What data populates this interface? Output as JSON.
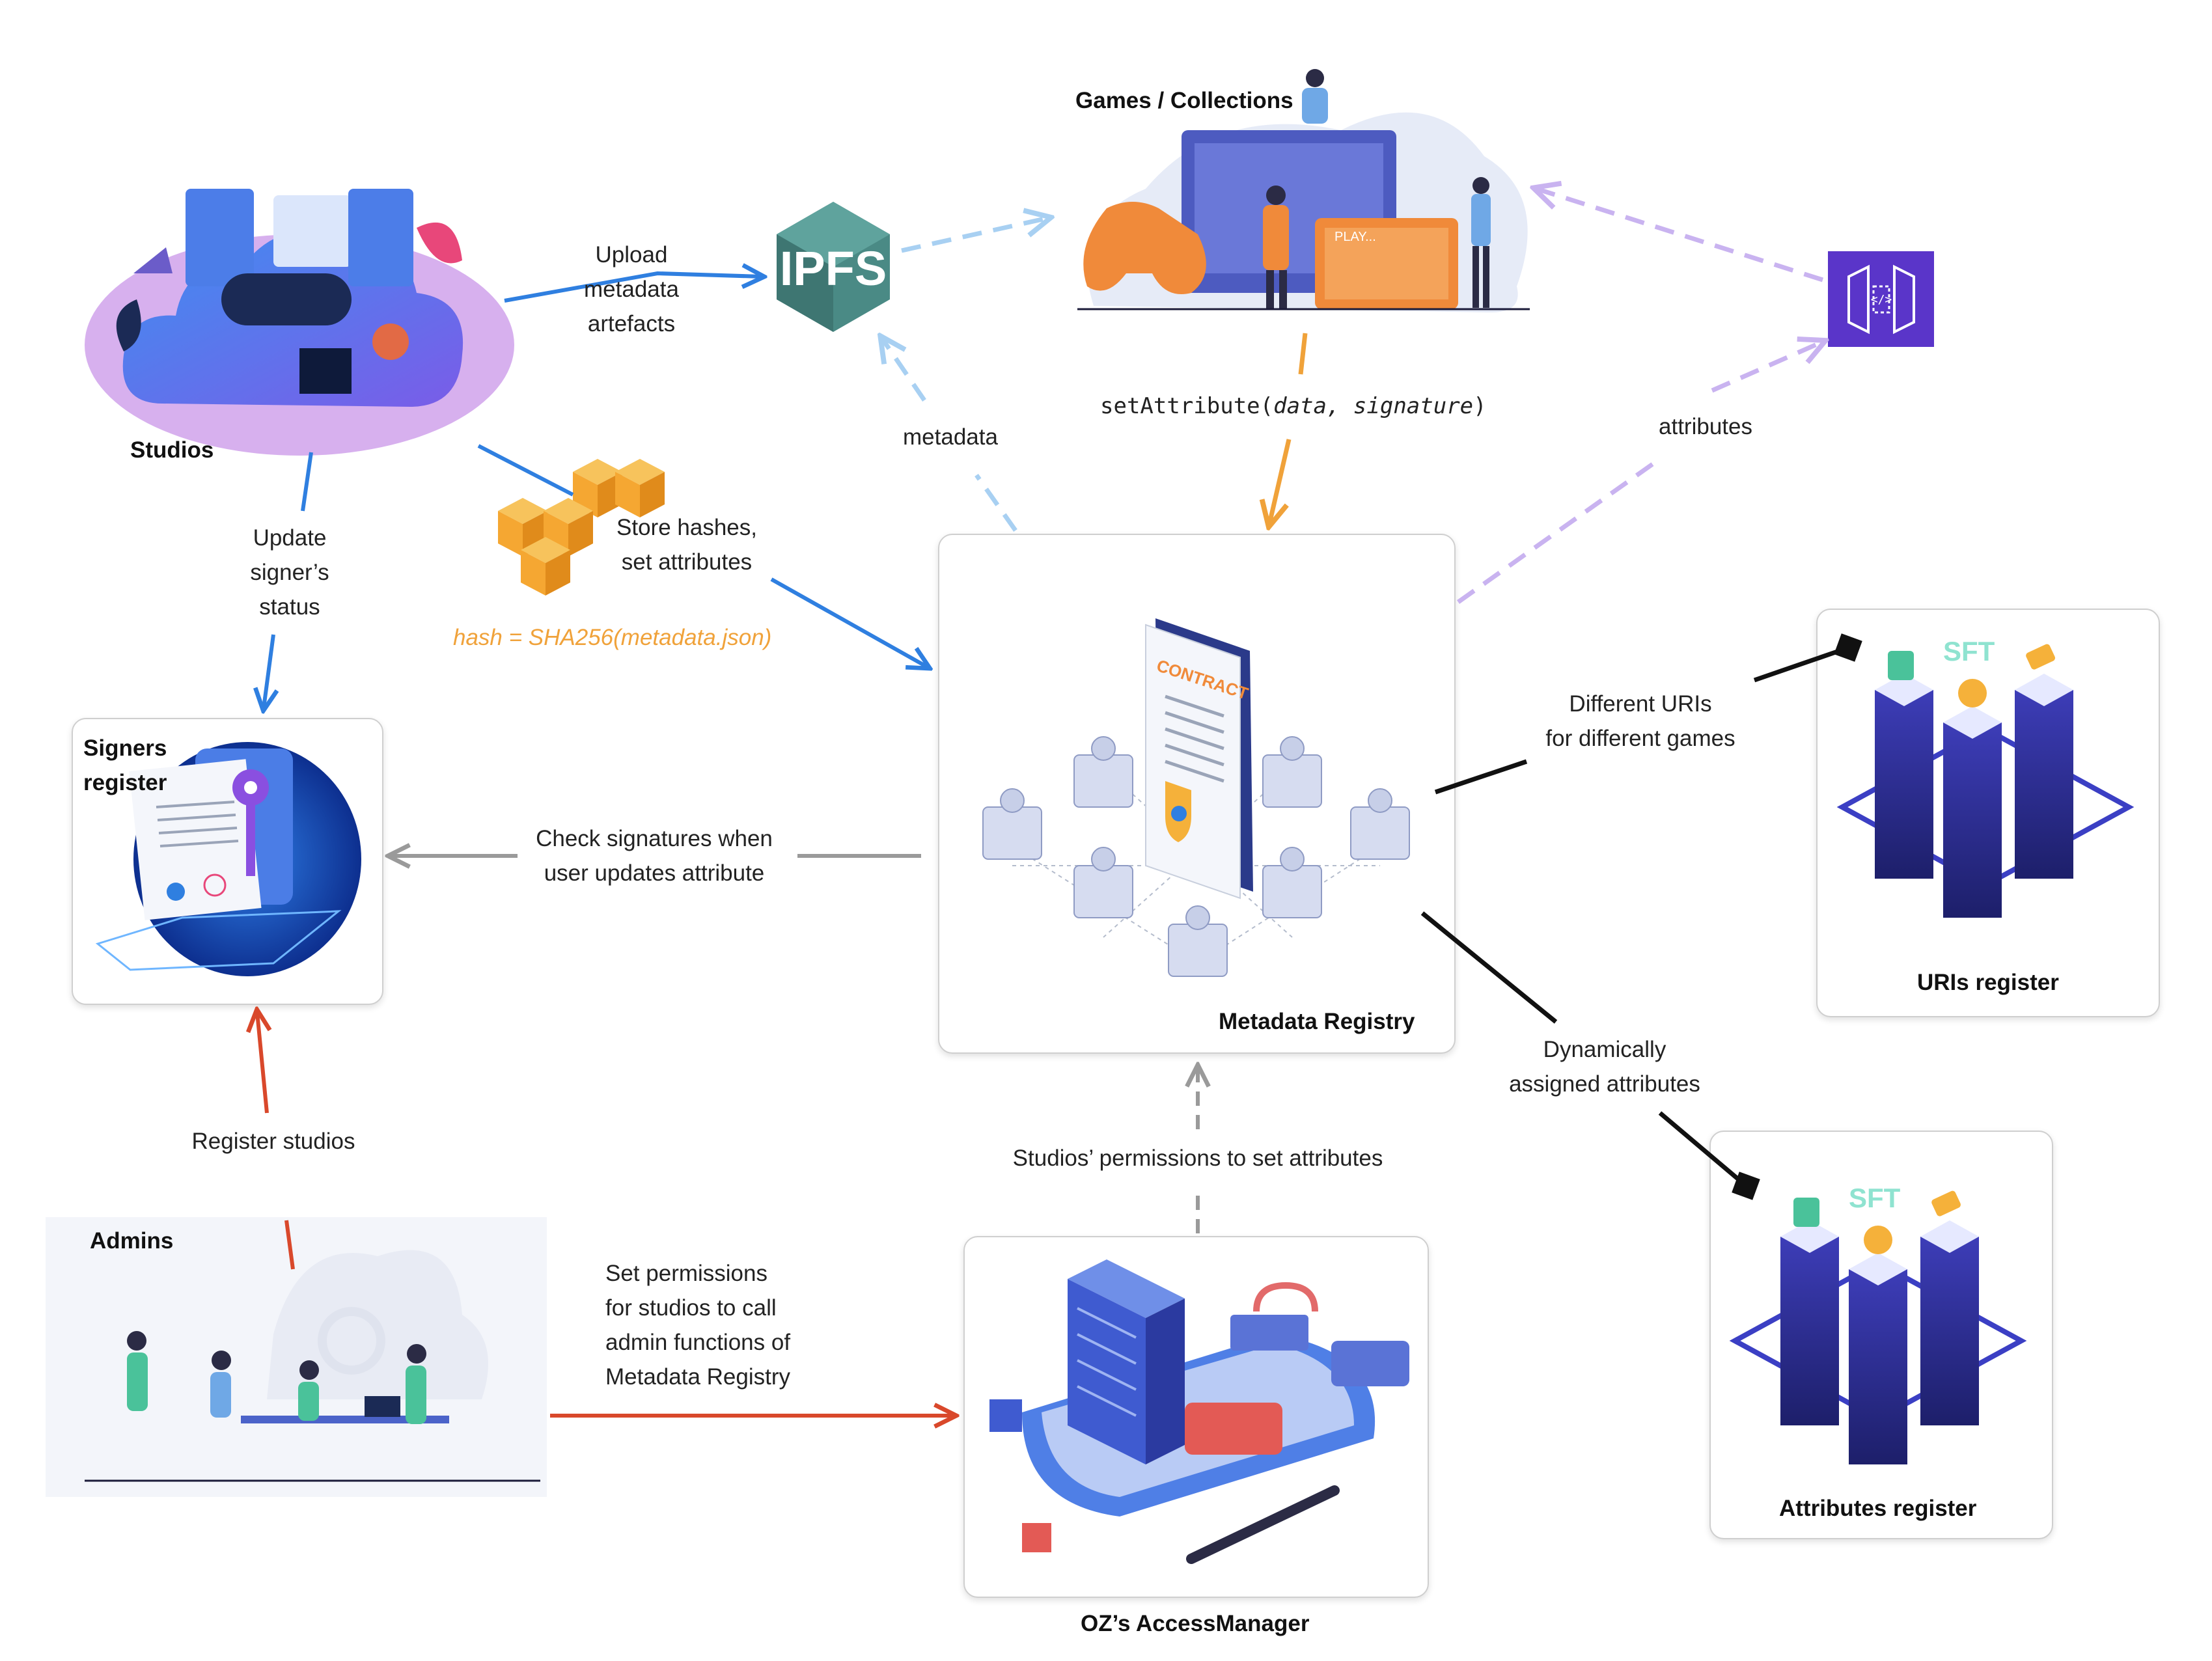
{
  "nodes": {
    "studios": "Studios",
    "ipfs": "IPFS",
    "games": "Games / Collections",
    "signers": [
      "Signers",
      "register"
    ],
    "registry": "Metadata Registry",
    "uris": "URIs register",
    "attributes": "Attributes register",
    "admins": "Admins",
    "access": "OZ’s AccessManager"
  },
  "edges": {
    "upload": [
      "Upload",
      "metadata",
      "artefacts"
    ],
    "store": [
      "Store  hashes,",
      "set attributes"
    ],
    "hash": "hash = SHA256(metadata.json)",
    "update_signer": [
      "Update",
      "signer’s",
      "status"
    ],
    "metadata": "metadata",
    "set_attr_fn": "setAttribute(",
    "set_attr_args": "data, signature",
    "set_attr_close": ")",
    "attributes": "attributes",
    "check_sig": [
      "Check signatures when",
      "user updates attribute"
    ],
    "diff_uris": [
      "Different URIs",
      "for different games"
    ],
    "dyn_attrs": [
      "Dynamically",
      "assigned attributes"
    ],
    "register_studios": "Register studios",
    "permissions_studios": "Studios’ permissions to set attributes",
    "set_permissions": [
      "Set permissions",
      "for studios to call",
      "admin functions of",
      "Metadata Registry"
    ]
  },
  "illustrations": {
    "contract_sign": "CONTRACT",
    "sft_1": "SFT",
    "sft_2": "SFT",
    "play_text": "PLAY..."
  },
  "icons": [
    "gamepad-icon",
    "ipfs-logo-icon",
    "aws-boxes-icon",
    "api-gateway-icon",
    "contract-icon",
    "server-tower-icon",
    "key-icon",
    "lock-icon",
    "pen-icon"
  ],
  "colors": {
    "blue_arrow": "#2f7fe0",
    "light_blue_dashed": "#a8d0f2",
    "orange_arrow": "#f0a23a",
    "purple_dashed": "#c9b3f0",
    "gray_arrow": "#9a9a9a",
    "red_arrow": "#d9482b",
    "black_connector": "#111111",
    "ipfs": "#4a8a85",
    "api_gateway": "#5a35c9",
    "aws_orange": "#f5a732"
  }
}
